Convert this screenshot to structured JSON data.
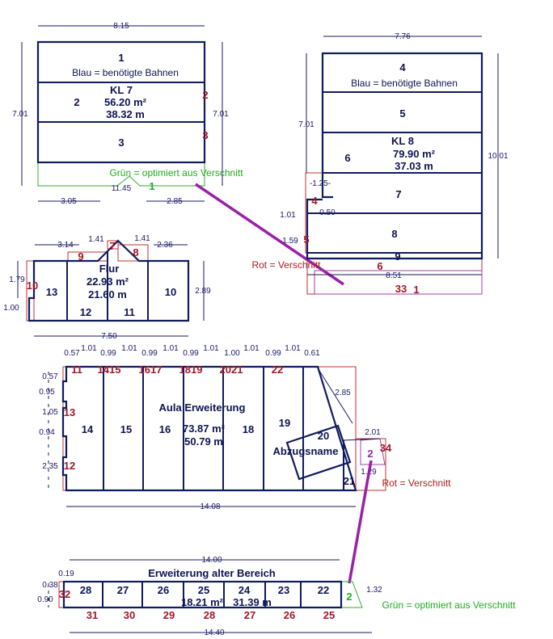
{
  "legend": {
    "blue": "Blau = benötigte Bahnen",
    "green": "Grün = optimiert aus Verschnitt",
    "red": "Rot = Verschnitt"
  },
  "colors": {
    "walls": "#101c5e",
    "waste": "#c03030",
    "optimized": "#33aa33",
    "arrow": "#9a20a8"
  },
  "room_kl7": {
    "name": "KL 7",
    "area": "56.20 m²",
    "length": "38.32 m",
    "strips": [
      "1",
      "2",
      "3"
    ],
    "waste_labels": [
      "2",
      "3"
    ],
    "green_piece": "1",
    "dims": {
      "top": "8.15",
      "left": "7.01",
      "right": "7.01",
      "bottom_left": "3.05",
      "bottom_right": "2.85",
      "diagonal": "11.45"
    }
  },
  "room_kl8": {
    "name": "KL 8",
    "area": "79.90 m²",
    "length": "37.03 m",
    "strips": [
      "4",
      "5",
      "6",
      "7",
      "8",
      "9"
    ],
    "waste_labels": [
      "4",
      "5",
      "6"
    ],
    "purple_labels": [
      "33",
      "1"
    ],
    "dims": {
      "top": "7.76",
      "left": "7.01",
      "right": "10.01",
      "notch": "-1.25-",
      "step": "1.01",
      "offset": "0.50",
      "lower": "1.59",
      "bottom": "8.51"
    }
  },
  "room_flur": {
    "name": "Flur",
    "area": "22.93 m²",
    "length": "21.60 m",
    "strips": [
      "13",
      "12",
      "11",
      "10"
    ],
    "waste_labels": [
      "10",
      "9",
      "7",
      "8"
    ],
    "dims": {
      "top_left": "3.14",
      "slope_left": "1.41",
      "slope_right": "1.41",
      "top_right": "2.36",
      "left_upper": "1.79",
      "left_lower": "1.00",
      "right": "2.89",
      "bottom": "7.50"
    }
  },
  "room_aula": {
    "name": "Aula Erweiterung",
    "area": "73.87 m²",
    "length": "50.79 m",
    "strips": [
      "14",
      "15",
      "16",
      "18",
      "19",
      "20",
      "21"
    ],
    "obstacle": "Abzugsname",
    "top_dims": [
      "0.57",
      "1.01",
      "0.99",
      "1.01",
      "0.99",
      "1.01",
      "0.99",
      "1.01",
      "1.00",
      "1.01",
      "0.99",
      "1.01",
      "0.61"
    ],
    "left_dims": [
      "0.57",
      "0.95",
      "1.05",
      "0.94",
      "2.35"
    ],
    "waste_labels": [
      "11",
      "1415",
      "1617",
      "1819",
      "2021",
      "22",
      "13",
      "12",
      "34"
    ],
    "purple_label": "2",
    "dims": {
      "diagonal": "2.85",
      "ext_width": "2.01",
      "ext_height": "1.29",
      "bottom": "14.08"
    }
  },
  "room_alt": {
    "name": "Erweiterung alter Bereich",
    "area": "18.21 m²",
    "length": "31.39 m",
    "strips": [
      "28",
      "27",
      "26",
      "25",
      "24",
      "23",
      "22"
    ],
    "green_piece": "2",
    "waste_labels": [
      "32",
      "31",
      "30",
      "29",
      "28",
      "27",
      "26",
      "25"
    ],
    "dims": {
      "top": "14.00",
      "top_offset": "0.19",
      "left_upper": "0.38",
      "left": "0.90",
      "right": "1.32",
      "bottom": "14.40"
    }
  }
}
